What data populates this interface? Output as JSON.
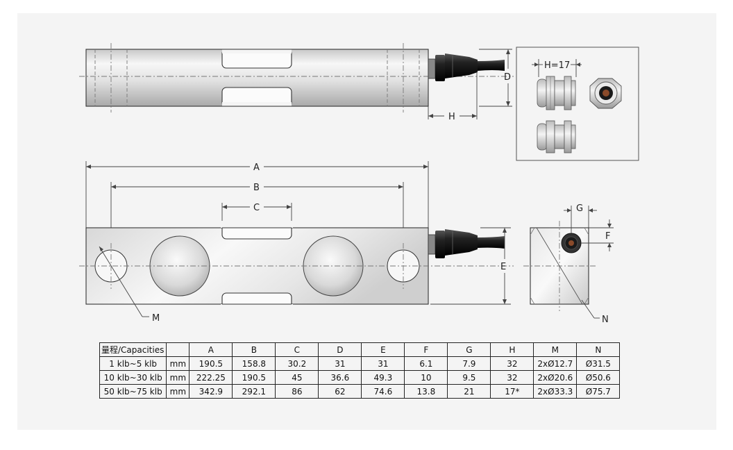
{
  "labels": {
    "a": "A",
    "b": "B",
    "c": "C",
    "d": "D",
    "e": "E",
    "f": "F",
    "g": "G",
    "h": "H",
    "m": "M",
    "n": "N",
    "h17": "H=17"
  },
  "table": {
    "header": [
      "量程/Capacities",
      "",
      "A",
      "B",
      "C",
      "D",
      "E",
      "F",
      "G",
      "H",
      "M",
      "N"
    ],
    "rows": [
      [
        "1 klb~5 klb",
        "mm",
        "190.5",
        "158.8",
        "30.2",
        "31",
        "31",
        "6.1",
        "7.9",
        "32",
        "2xØ12.7",
        "Ø31.5"
      ],
      [
        "10 klb~30 klb",
        "mm",
        "222.25",
        "190.5",
        "45",
        "36.6",
        "49.3",
        "10",
        "9.5",
        "32",
        "2xØ20.6",
        "Ø50.6"
      ],
      [
        "50 klb~75 klb",
        "mm",
        "342.9",
        "292.1",
        "86",
        "62",
        "74.6",
        "13.8",
        "21",
        "17*",
        "2xØ33.3",
        "Ø75.7"
      ]
    ]
  },
  "colors": {
    "panel": "#f4f4f4",
    "metal_light": "#f2f2f2",
    "metal_dark": "#b9b9b9",
    "cable": "#222222",
    "line": "#444444"
  }
}
